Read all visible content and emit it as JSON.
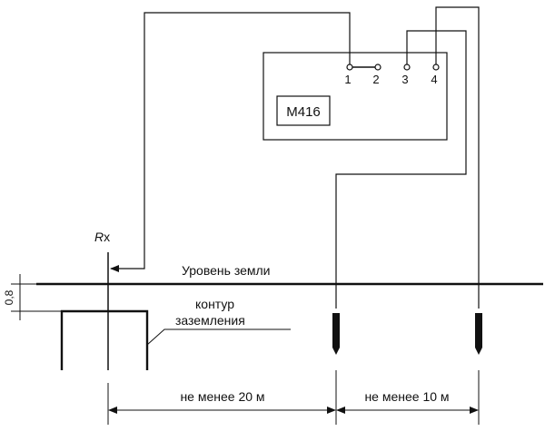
{
  "device": {
    "name": "M416",
    "terminals": [
      "1",
      "2",
      "3",
      "4"
    ]
  },
  "labels": {
    "rx_r": "R",
    "rx_x": "x",
    "ground_level": "Уровень земли",
    "depth": "0,8",
    "contour_line1": "контур",
    "contour_line2": "заземления",
    "dist1": "не менее 20 м",
    "dist2": "не менее 10 м"
  },
  "colors": {
    "line": "#111111",
    "background": "#ffffff"
  }
}
